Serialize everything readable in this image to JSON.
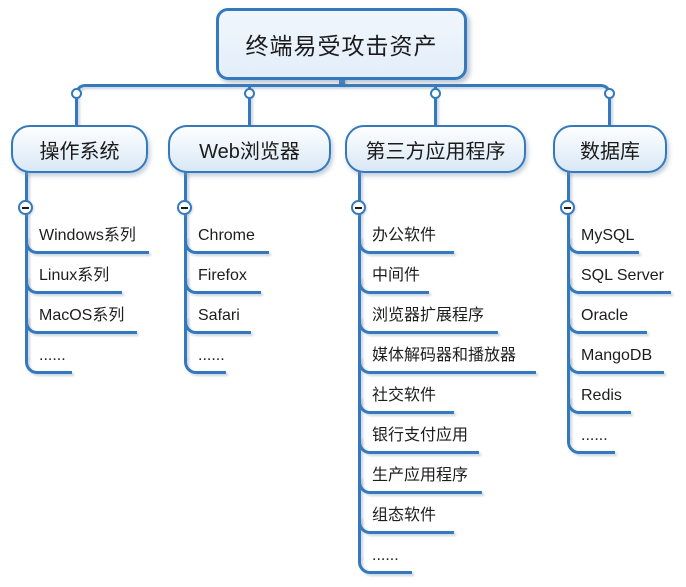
{
  "window_title": "终端易受攻击资产思维导图",
  "mindmap": {
    "root": "终端易受攻击资产",
    "collapse_glyph": "−",
    "branches": [
      {
        "label": "操作系统",
        "children": [
          "Windows系列",
          "Linux系列",
          "MacOS系列",
          "......"
        ]
      },
      {
        "label": "Web浏览器",
        "children": [
          "Chrome",
          "Firefox",
          "Safari",
          "......"
        ]
      },
      {
        "label": "第三方应用程序",
        "children": [
          "办公软件",
          "中间件",
          "浏览器扩展程序",
          "媒体解码器和播放器",
          "社交软件",
          "银行支付应用",
          "生产应用程序",
          "组态软件",
          "......"
        ]
      },
      {
        "label": "数据库",
        "children": [
          "MySQL",
          "SQL Server",
          "Oracle",
          "MangoDB",
          "Redis",
          "......"
        ]
      }
    ]
  },
  "colors": {
    "line": "#3579bd",
    "text": "#1b1b1b",
    "root_fill_top": "#f0f6fc",
    "root_fill_bottom": "#e3eefa",
    "node_fill_top": "#fdfeff",
    "node_fill_bottom": "#d9e8f6"
  }
}
